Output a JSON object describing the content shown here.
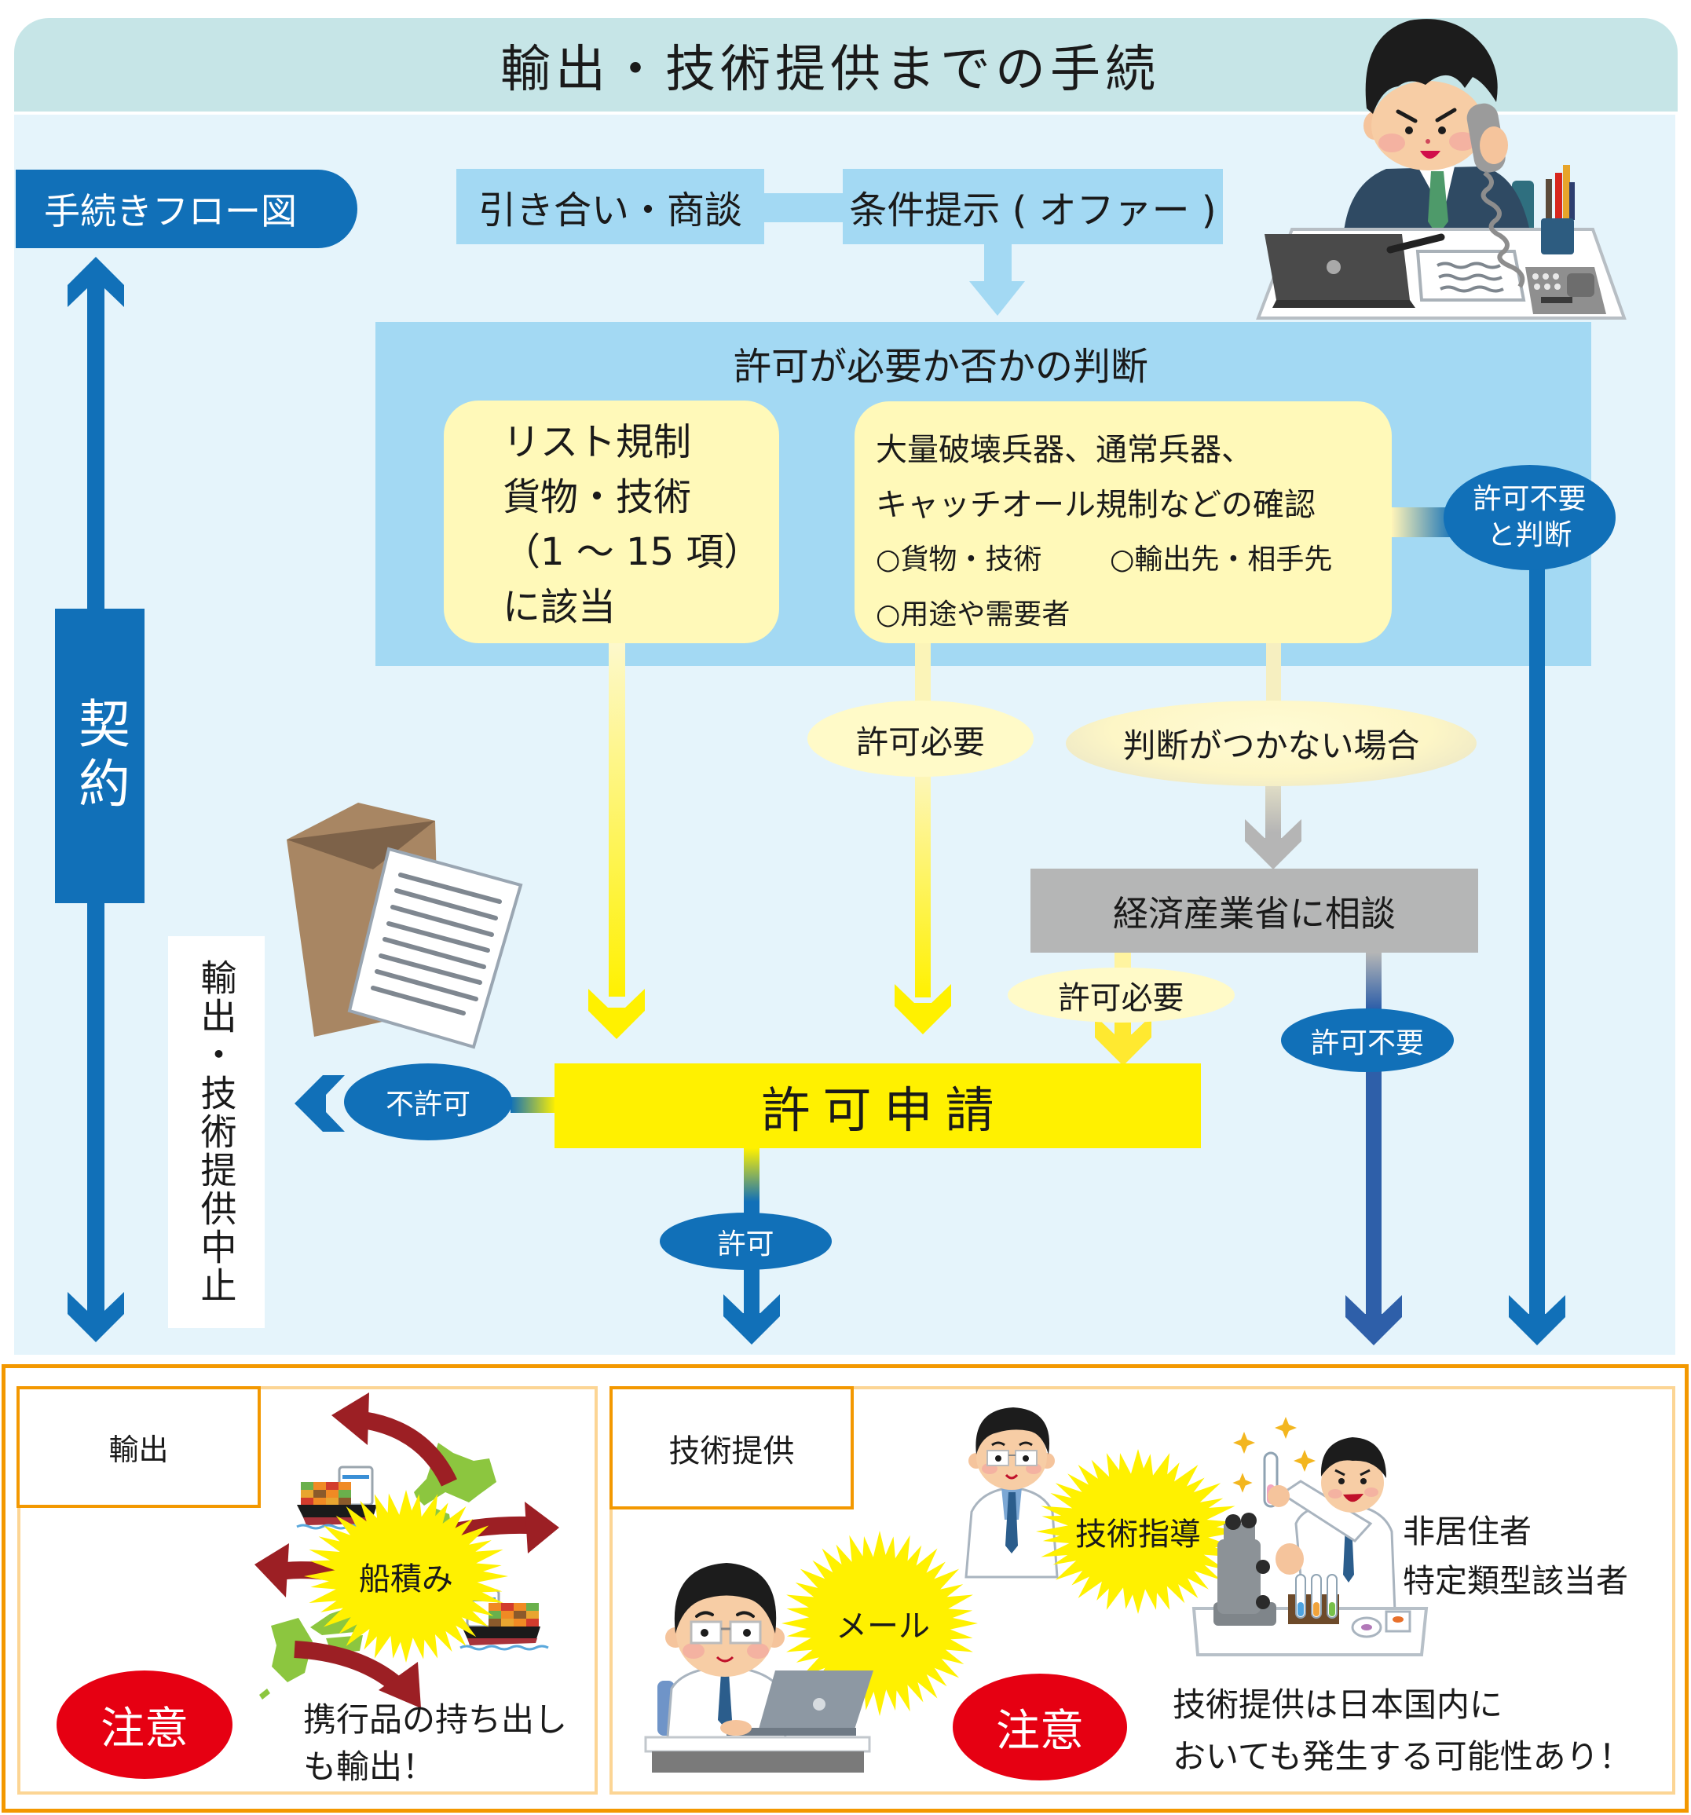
{
  "header": {
    "title": "輸出・技術提供までの手続"
  },
  "flow_label": "手続きフロー図",
  "steps": {
    "inquiry": "引き合い・商談",
    "offer": "条件提示 ( オファー )"
  },
  "judgment": {
    "title": "許可が必要か否かの判断",
    "list_control": [
      "リスト規制",
      "貨物・技術",
      "（1 〜 15 項）",
      "に該当"
    ],
    "catch_all": {
      "line1": "大量破壊兵器、通常兵器、",
      "line2": "キャッチオール規制などの確認",
      "items": [
        "○貨物・技術",
        "○輸出先・相手先",
        "○用途や需要者"
      ]
    },
    "not_required": [
      "許可不要",
      "と判断"
    ]
  },
  "branches": {
    "permit_required": "許可必要",
    "undetermined": "判断がつかない場合",
    "meti_consult": "経済産業省に相談",
    "permit_required_after_consult": "許可必要",
    "permit_not_required": "許可不要"
  },
  "application": {
    "label": "許可申請",
    "denied": "不許可",
    "approved": "許可"
  },
  "contract": {
    "label": "契約"
  },
  "suspension": {
    "label": "輸出・技術提供中止"
  },
  "export_panel": {
    "label": "輸出",
    "burst": "船積み",
    "caution": "注意",
    "note": [
      "携行品の持ち出し",
      "も輸出！"
    ]
  },
  "tech_panel": {
    "label": "技術提供",
    "burst_guidance": "技術指導",
    "burst_mail": "メール",
    "recipients": [
      "非居住者",
      "特定類型該当者"
    ],
    "caution": "注意",
    "note": [
      "技術提供は日本国内に",
      "おいても発生する可能性あり！"
    ]
  },
  "colors": {
    "header_band": "#c6e5e7",
    "body_bg": "#e5f4fb",
    "step_blue": "#a3d9f3",
    "brand_blue": "#1170b8",
    "dark_blue": "#2e5fa9",
    "card_yellow": "#fff9b9",
    "application_yellow": "#fff100",
    "meti_grey": "#b5b6b6",
    "caution_red": "#e60012",
    "frame_orange": "#f39800",
    "panel_orange": "#fcd594"
  },
  "icons": {
    "businessman_on_phone": "businessman-phone-illustration",
    "envelope_document": "envelope-document-illustration",
    "japan_map_ships": "japan-map-ships-illustration",
    "scientist_laptop": "scientist-laptop-illustration",
    "scientist_guiding": "scientist-guiding-illustration",
    "scientist_lab": "scientist-lab-illustration"
  }
}
